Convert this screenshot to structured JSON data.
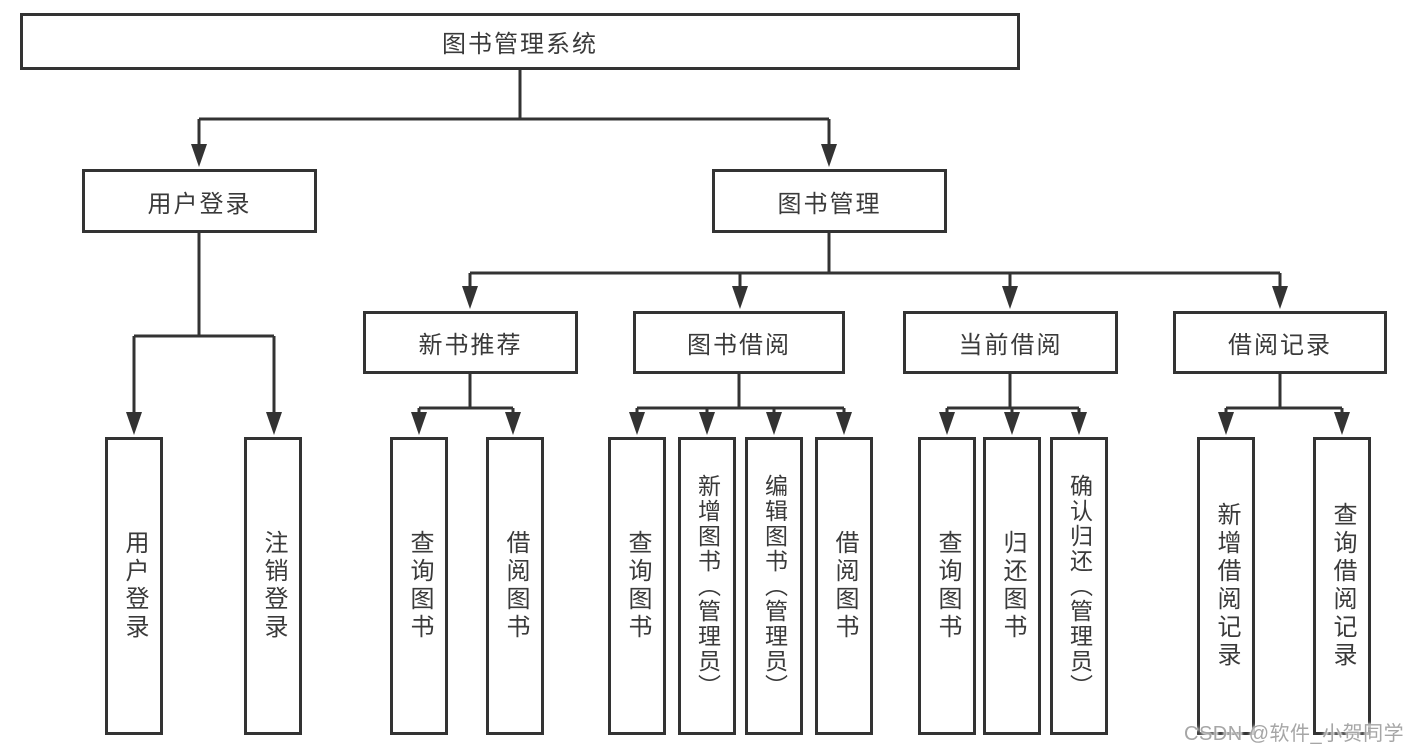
{
  "tree": {
    "label": "图书管理系统",
    "children": [
      {
        "label": "用户登录",
        "children": [
          {
            "label": "用户登录"
          },
          {
            "label": "注销登录"
          }
        ]
      },
      {
        "label": "图书管理",
        "children": [
          {
            "label": "新书推荐",
            "children": [
              {
                "label": "查询图书"
              },
              {
                "label": "借阅图书"
              }
            ]
          },
          {
            "label": "图书借阅",
            "children": [
              {
                "label": "查询图书"
              },
              {
                "label": "新增图书（管理员）"
              },
              {
                "label": "编辑图书（管理员）"
              },
              {
                "label": "借阅图书"
              }
            ]
          },
          {
            "label": "当前借阅",
            "children": [
              {
                "label": "查询图书"
              },
              {
                "label": "归还图书"
              },
              {
                "label": "确认归还（管理员）"
              }
            ]
          },
          {
            "label": "借阅记录",
            "children": [
              {
                "label": "新增借阅记录"
              },
              {
                "label": "查询借阅记录"
              }
            ]
          }
        ]
      }
    ]
  },
  "watermark": {
    "text": "CSDN @软件_小贺同学"
  },
  "colors": {
    "line": "#333333",
    "box_border": "#333333",
    "text": "#3a3a3a",
    "watermark_text": "#a6a6a6",
    "background": "#ffffff"
  }
}
